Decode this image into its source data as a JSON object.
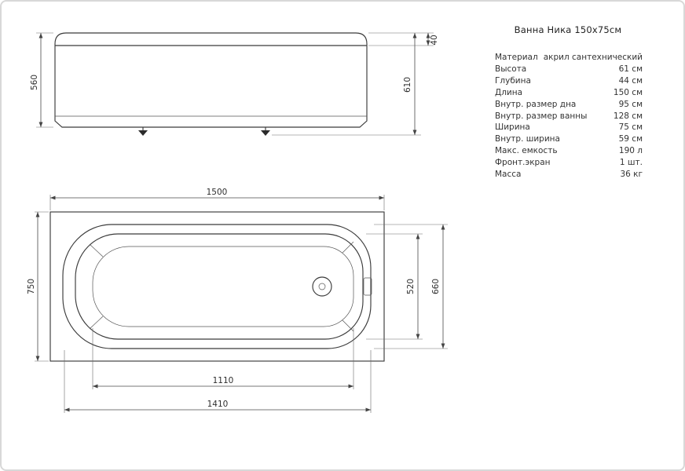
{
  "page": {
    "title": "Ванна Ника 150х75см"
  },
  "specs": [
    {
      "label": "Материал",
      "value": "акрил сантехнический"
    },
    {
      "label": "Высота",
      "value": "61 см"
    },
    {
      "label": "Глубина",
      "value": "44 см"
    },
    {
      "label": "Длина",
      "value": "150 см"
    },
    {
      "label": "Внутр. размер дна",
      "value": "95 см"
    },
    {
      "label": "Внутр. размер ванны",
      "value": "128 см"
    },
    {
      "label": "Ширина",
      "value": "75 см"
    },
    {
      "label": "Внутр. ширина",
      "value": "59 см"
    },
    {
      "label": "Макс. емкость",
      "value": "190 л"
    },
    {
      "label": "Фронт.экран",
      "value": "1 шт."
    },
    {
      "label": "Масса",
      "value": "36 кг"
    }
  ],
  "dimensions": {
    "elevation": {
      "panel_height": "560",
      "total_height": "610",
      "rim_height": "40"
    },
    "plan": {
      "length": "1500",
      "width": "750",
      "inner_width": "520",
      "outer_right_width": "660",
      "bottom_length": "1110",
      "rim_length": "1410"
    }
  }
}
